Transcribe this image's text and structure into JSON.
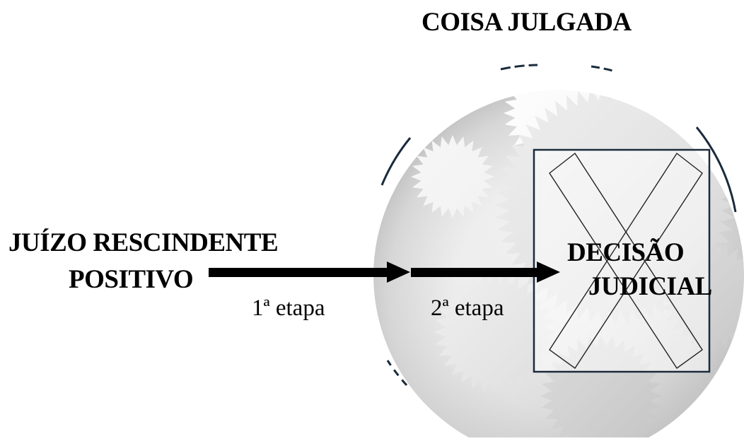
{
  "title": "COISA JULGADA",
  "origin_label": {
    "line1": "JUÍZO RESCINDENTE",
    "line2": "POSITIVO"
  },
  "steps": [
    {
      "label": "1ª etapa"
    },
    {
      "label": "2ª etapa"
    }
  ],
  "target": {
    "line1": "DECISÃO",
    "line2": "JUDICIAL"
  },
  "colors": {
    "text": "#000000",
    "arrow": "#000000",
    "box_border": "#1a2b3c",
    "circle_edge": "#1a2b3c",
    "gear_gray": "#cfcfcf"
  }
}
